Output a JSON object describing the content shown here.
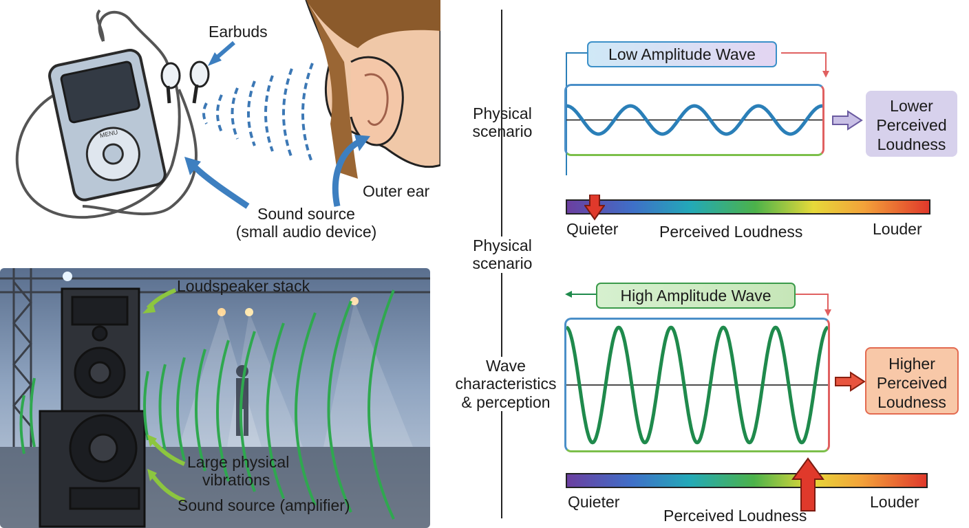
{
  "left_top": {
    "earbuds": "Earbuds",
    "outer_ear": "Outer ear",
    "source_line1": "Sound source",
    "source_line2": "(small audio device)",
    "device_text": "MENU"
  },
  "left_bottom": {
    "speaker_stack": "Loudspeaker stack",
    "vibrations_line1": "Large physical",
    "vibrations_line2": "vibrations",
    "source": "Sound source (amplifier)"
  },
  "middle": {
    "label_top_1": "Physical",
    "label_top_2": "scenario",
    "label_mid_1": "Physical",
    "label_mid_2": "scenario",
    "label_bot_1": "Wave",
    "label_bot_2": "characteristics",
    "label_bot_3": "& perception"
  },
  "low_wave": {
    "title": "Low Amplitude Wave",
    "result_1": "Lower",
    "result_2": "Perceived",
    "result_3": "Loudness",
    "amplitude": 0.45,
    "cycles": 4,
    "color": "#2a7fb8"
  },
  "scale_top": {
    "left": "Quieter",
    "center": "Perceived Loudness",
    "right": "Louder",
    "marker_level": 0.08
  },
  "high_wave": {
    "title": "High Amplitude Wave",
    "result_1": "Higher",
    "result_2": "Perceived",
    "result_3": "Loudness",
    "amplitude": 0.92,
    "cycles": 5,
    "color": "#1f8a4c"
  },
  "scale_bottom": {
    "left": "Quieter",
    "center": "Perceived Loudness",
    "right": "Louder",
    "marker_level": 0.67
  }
}
